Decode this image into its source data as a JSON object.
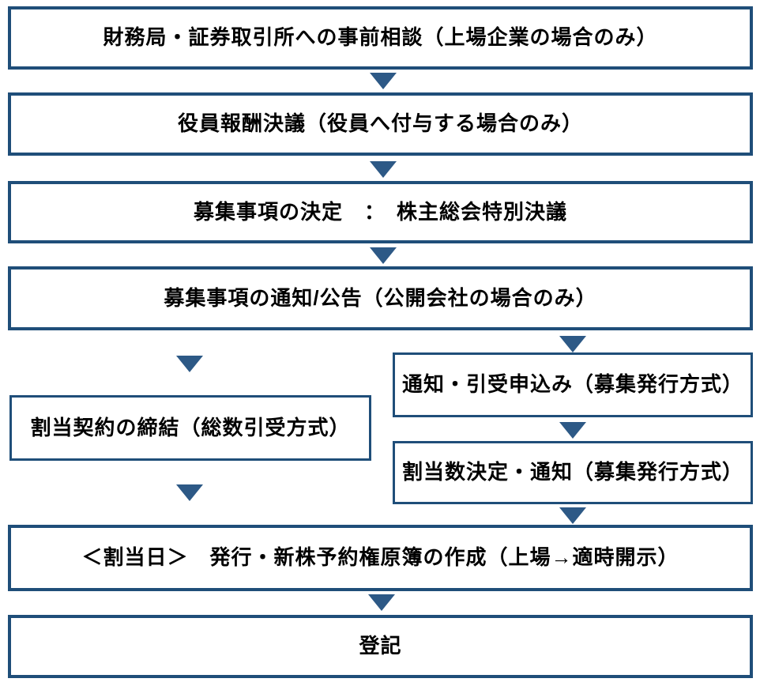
{
  "flow": {
    "description": "Japanese flowchart of stock acquisition rights (shinkabu yoyakuken) issuance procedure",
    "colors": {
      "box_border": "#1f4e79",
      "arrow": "#2d5986",
      "text": "#000000",
      "background": "#ffffff"
    },
    "steps": [
      {
        "id": "pre-consultation",
        "label": "財務局・証券取引所への事前相談（上場企業の場合のみ）"
      },
      {
        "id": "officer-compensation-resolution",
        "label": "役員報酬決議（役員へ付与する場合のみ）"
      },
      {
        "id": "offering-terms-decision",
        "label": "募集事項の決定　：　株主総会特別決議"
      },
      {
        "id": "offering-terms-notice",
        "label": "募集事項の通知/公告（公開会社の場合のみ）"
      },
      {
        "id": "allotment-contract",
        "label": "割当契約の締結（総数引受方式）"
      },
      {
        "id": "notice-subscription",
        "label": "通知・引受申込み（募集発行方式）"
      },
      {
        "id": "allotment-decision-notice",
        "label": "割当数決定・通知（募集発行方式）"
      },
      {
        "id": "allotment-day-register",
        "label": "＜割当日＞　発行・新株予約権原簿の作成（上場→適時開示）"
      },
      {
        "id": "registration",
        "label": "登記"
      }
    ]
  }
}
